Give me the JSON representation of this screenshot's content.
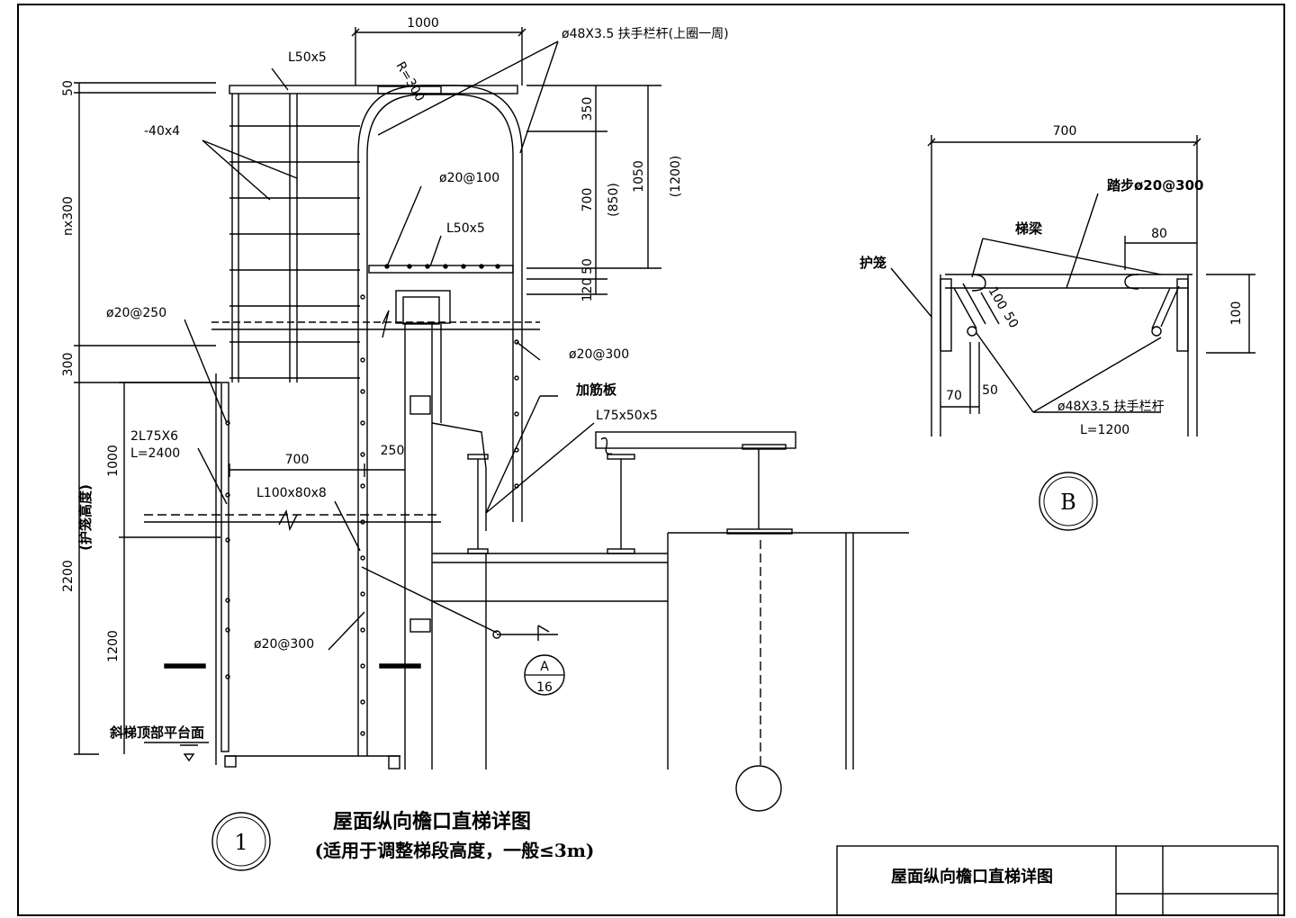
{
  "detail1": {
    "title": "屋面纵向檐口直梯详图",
    "subtitle": "(适用于调整梯段高度，一般≤3m)",
    "bubble": "1",
    "section_ref_top": "A",
    "section_ref_bottom": "16",
    "dims": {
      "width_top": "1000",
      "radius": "R=300",
      "d50_top": "50",
      "nx300": "nx300",
      "d300": "300",
      "d1000": "1000",
      "d1200": "1200",
      "d2200": "2200",
      "guard_height": "(护笼高度)",
      "d350": "350",
      "d700_v": "700",
      "d850": "(850)",
      "d1050": "1050",
      "d1200_paren": "(1200)",
      "d50_mid": "50",
      "d120": "120",
      "d700_h": "700",
      "d250": "250"
    },
    "labels": {
      "angle_top": "L50x5",
      "flat_bar": "-40x4",
      "handrail": "ø48X3.5 扶手栏杆(上圈一周)",
      "rung_spacing": "ø20@100",
      "angle_mid": "L50x5",
      "bar_250": "ø20@250",
      "bar_300_right": "ø20@300",
      "stiffener": "加筋板",
      "angle_75": "L75x50x5",
      "double_angle": "2L75X6",
      "double_angle_len": "L=2400",
      "angle_100": "L100x80x8",
      "bar_300_bottom": "ø20@300",
      "platform": "斜梯顶部平台面"
    }
  },
  "detailB": {
    "bubble": "B",
    "width": "700",
    "rung": "踏步ø20@300",
    "beam": "梯梁",
    "offset80": "80",
    "cage": "护笼",
    "d100a": "100",
    "d50a": "50",
    "d100b": "100",
    "d70": "70",
    "d50b": "50",
    "handrail": "ø48X3.5 扶手栏杆",
    "length": "L=1200"
  },
  "title_block": {
    "name": "屋面纵向檐口直梯详图"
  }
}
